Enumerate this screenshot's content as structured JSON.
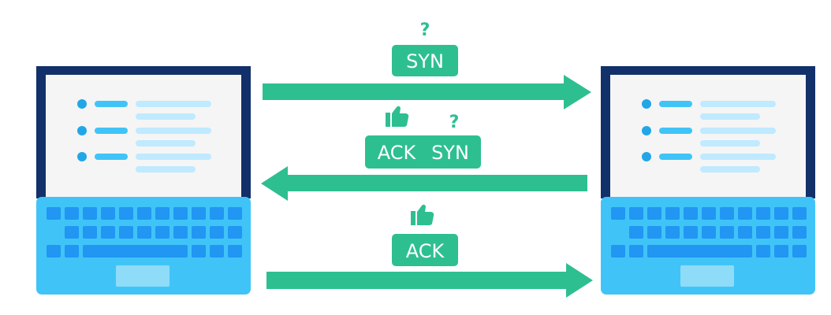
{
  "messages": [
    {
      "id": "syn",
      "labels": [
        "SYN"
      ],
      "marks": [
        "question"
      ],
      "direction": "left-to-right"
    },
    {
      "id": "synack",
      "labels": [
        "ACK",
        "SYN"
      ],
      "marks": [
        "thumbs-up",
        "question"
      ],
      "direction": "right-to-left"
    },
    {
      "id": "ack",
      "labels": [
        "ACK"
      ],
      "marks": [
        "thumbs-up"
      ],
      "direction": "left-to-right"
    }
  ],
  "question_mark": "?",
  "colors": {
    "arrow": "#2ebf91",
    "label_bg": "#2ebf91",
    "label_text": "#ffffff",
    "screen_bezel": "#12306a",
    "screen": "#f5f5f5",
    "keyboard": "#40c4f8",
    "keys": "#2196f3",
    "bullet": "#22a6e8",
    "line_dark": "#40c4f8",
    "line_light": "#bfeaff"
  },
  "icons": [
    "laptop-icon",
    "thumbs-up-icon",
    "question-icon"
  ]
}
